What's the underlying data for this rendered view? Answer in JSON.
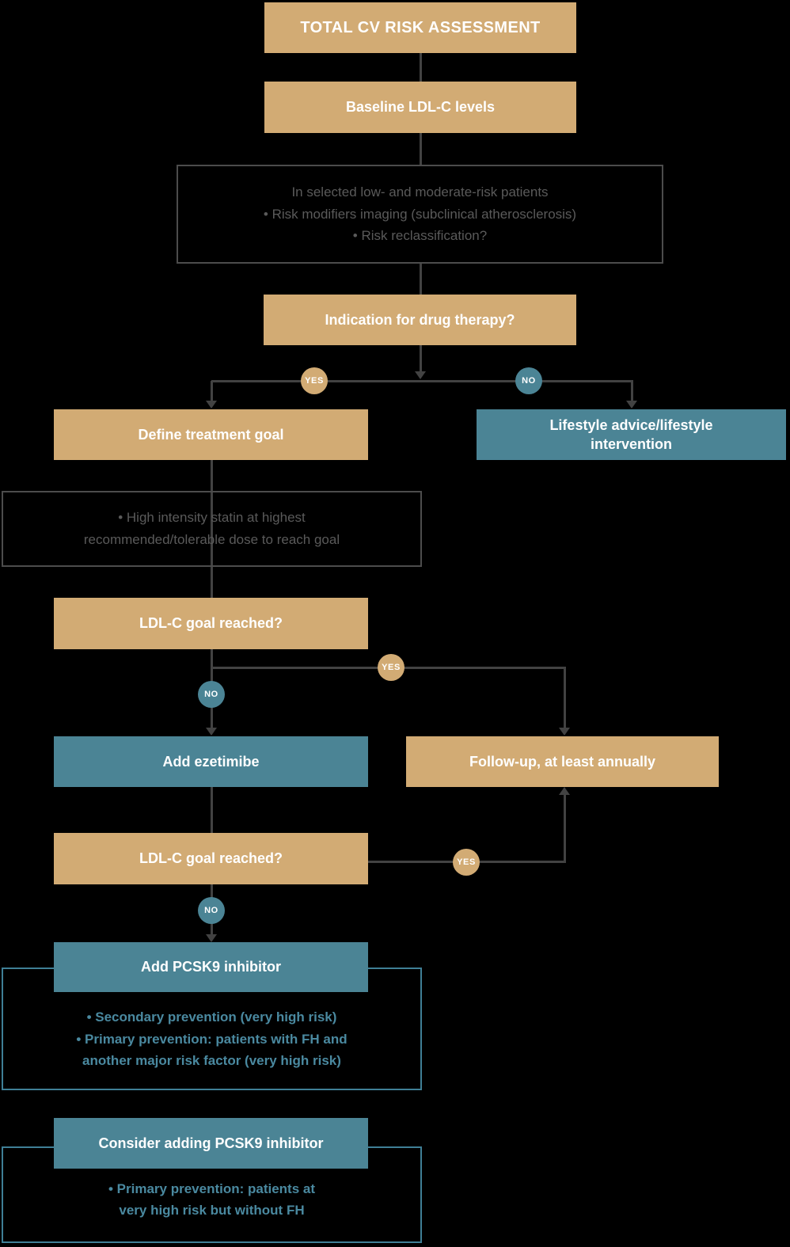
{
  "colors": {
    "bg": "#000000",
    "tan": "#d2ab74",
    "teal": "#4b8495",
    "tealOutline": "#3f7f96",
    "tealText": "#4a89a0",
    "grayBorder": "#4c4c4c",
    "grayText": "#5a5a5a",
    "line": "#424242",
    "white": "#ffffff"
  },
  "badges": {
    "yes": "YES",
    "no": "NO"
  },
  "nodes": {
    "total_cv": "TOTAL CV RISK ASSESSMENT",
    "baseline": "Baseline LDL-C levels",
    "risk_note": {
      "line1": "In selected low- and moderate-risk patients",
      "bullet1": "•  Risk modifiers imaging (subclinical atherosclerosis)",
      "bullet2": "•  Risk reclassification?"
    },
    "indication": "Indication for drug therapy?",
    "define_goal": "Define treatment goal",
    "lifestyle": "Lifestyle advice/lifestyle\nintervention",
    "statin_note": "•  High intensity statin at highest\nrecommended/tolerable dose to reach goal",
    "ldl_reached_1": "LDL-C goal reached?",
    "add_ezetimibe": "Add ezetimibe",
    "follow_up": "Follow-up, at least annually",
    "ldl_reached_2": "LDL-C goal reached?",
    "add_pcsk9": "Add PCSK9 inhibitor",
    "pcsk9_note": {
      "bullet1": "•  Secondary prevention (very high risk)",
      "bullet2": "•  Primary prevention: patients with FH and\nanother major risk factor (very high risk)"
    },
    "consider_pcsk9": "Consider adding PCSK9 inhibitor",
    "consider_note": {
      "bullet1": "•  Primary prevention: patients at\nvery high risk but without FH"
    }
  }
}
